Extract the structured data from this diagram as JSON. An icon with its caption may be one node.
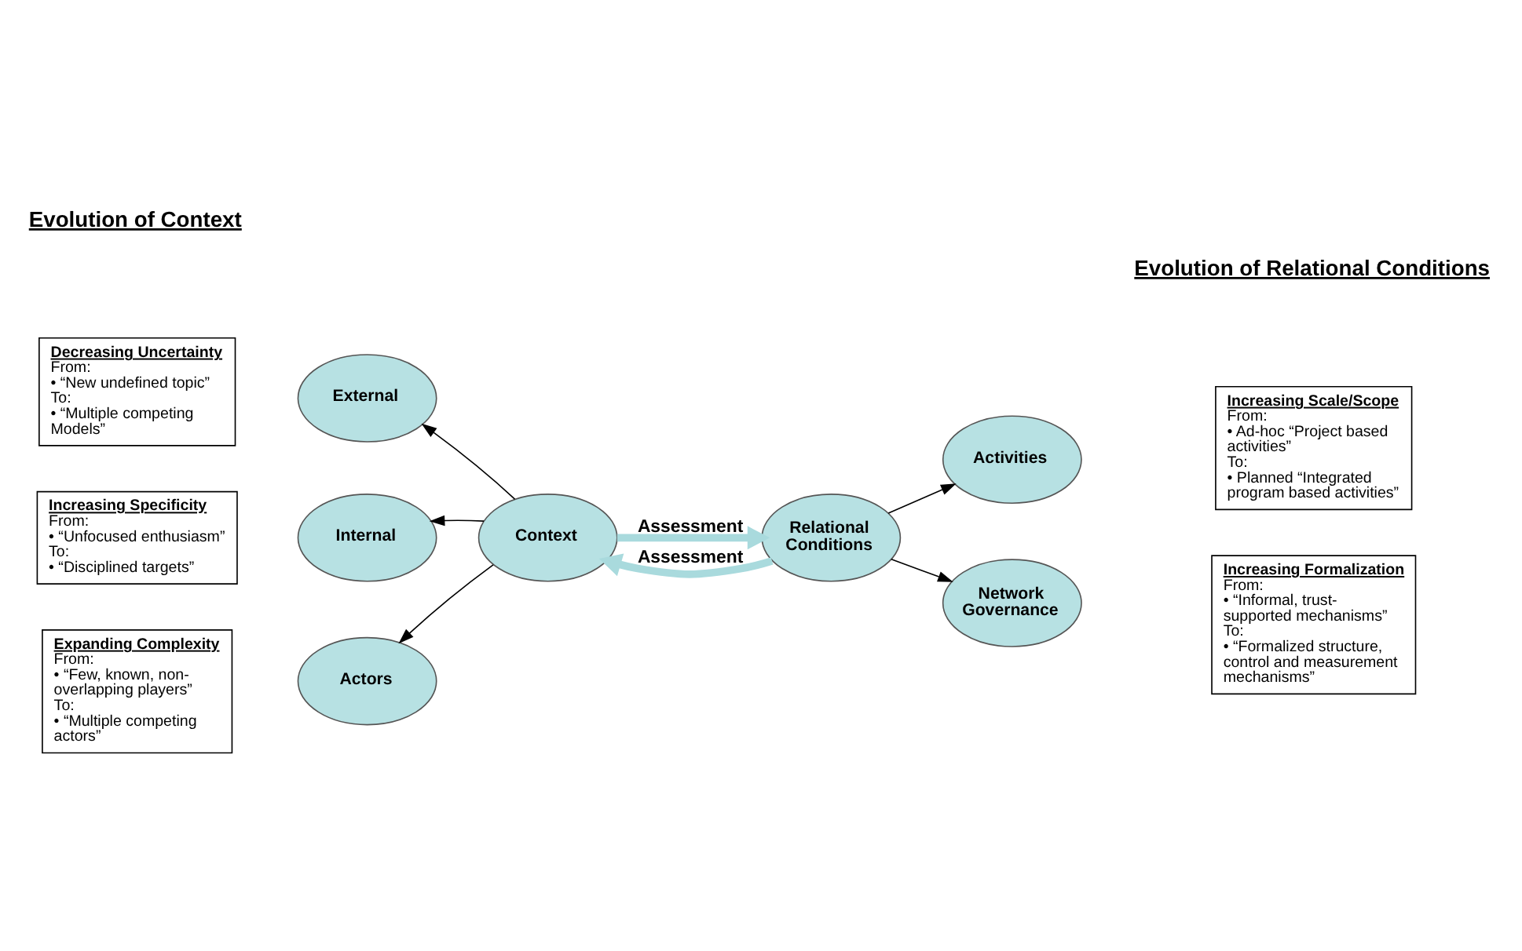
{
  "diagram": {
    "nodes": [
      {
        "text": [
          "Context"
        ]
      },
      {
        "text": [
          "Relational Conditions"
        ]
      },
      {
        "text": [
          "External"
        ]
      },
      {
        "text": [
          "Internal"
        ]
      },
      {
        "text": [
          "Actors"
        ]
      },
      {
        "text": [
          "Activities"
        ]
      },
      {
        "text": [
          "Network Governance"
        ]
      },
      {
        "text": [
          "Decreasing Uncertainty",
          "From: • “New undefined topic”",
          "To: • “Multiple competing Models”"
        ]
      },
      {
        "text": [
          "Increasing Specificity",
          "From: • “Unfocused enthusiasm”",
          "To: • “Disciplined targets”"
        ]
      },
      {
        "text": [
          "Expanding Complexity",
          "From: • “Few, known, non-overlapping players”",
          "To: • “Multiple competing actors”"
        ]
      },
      {
        "text": [
          "Increasing Scale/Scope",
          "From: • Ad-hoc “Project based activities”",
          "To: • Planned “Integrated program based activities”"
        ]
      },
      {
        "text": [
          "Increasing Formalization",
          "From: • “Informal, trust-supported mechanisms”",
          "To: • “Formalized structure, control and measurement mechanisms”"
        ]
      }
    ],
    "edges": [
      {
        "from": 0,
        "to": 2,
        "arrow": "to"
      },
      {
        "from": 0,
        "to": 3,
        "arrow": "to"
      },
      {
        "from": 0,
        "to": 4,
        "arrow": "to"
      },
      {
        "from": 1,
        "to": 5,
        "arrow": "to"
      },
      {
        "from": 1,
        "to": 6,
        "arrow": "to"
      },
      {
        "from": 0,
        "to": 1,
        "arrow": "to",
        "label": "Assessment",
        "style": "thick",
        "color": "#a9dadd"
      },
      {
        "from": 1,
        "to": 0,
        "arrow": "to",
        "label": "Assessment",
        "style": "thick",
        "color": "#a9dadd"
      }
    ],
    "labels": [
      "Evolution of Context",
      "Evolution of Relational Conditions"
    ]
  }
}
